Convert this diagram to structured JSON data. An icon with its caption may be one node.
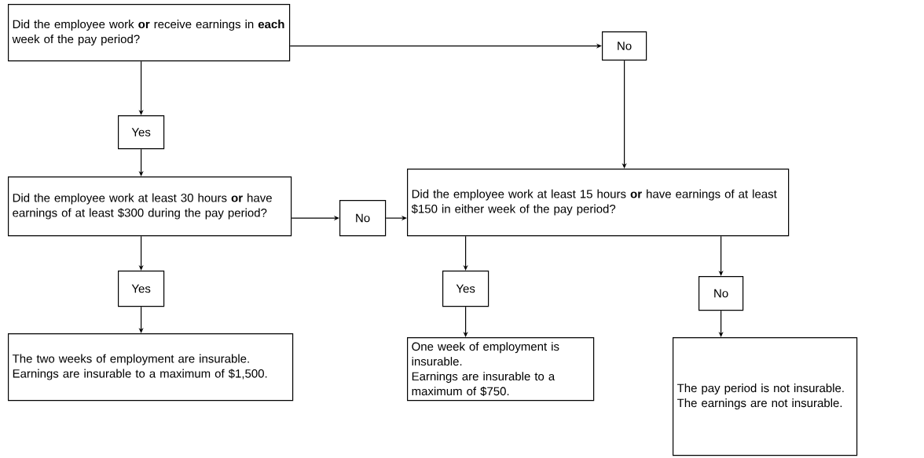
{
  "diagram": {
    "nodes": [
      {
        "text": [
          "Did the employee work **or** receive earnings in **each** week of the pay period?"
        ]
      },
      {
        "text": [
          "No"
        ]
      },
      {
        "text": [
          "Yes"
        ]
      },
      {
        "text": [
          "Did the employee work at least 30 hours **or** have earnings of at least $300 during the pay period?"
        ]
      },
      {
        "text": [
          "No"
        ]
      },
      {
        "text": [
          "Did the employee work at least 15 hours **or** have earnings of at least $150 in either week of the pay period?"
        ]
      },
      {
        "text": [
          "Yes"
        ]
      },
      {
        "text": [
          "Yes"
        ]
      },
      {
        "text": [
          "No"
        ]
      },
      {
        "text": [
          "The two weeks of employment are insurable.",
          "Earnings are insurable to a maximum of $1,500."
        ]
      },
      {
        "text": [
          "One week of employment is insurable.",
          "Earnings are insurable to a maximum of $750."
        ]
      },
      {
        "text": [
          "The pay period is not insurable.",
          "The earnings are not insurable."
        ]
      }
    ],
    "edges": [
      {
        "from": 0,
        "to": 1,
        "arrow": "to"
      },
      {
        "from": 1,
        "to": 5,
        "arrow": "to"
      },
      {
        "from": 0,
        "to": 2,
        "arrow": "to"
      },
      {
        "from": 2,
        "to": 3,
        "arrow": "to"
      },
      {
        "from": 3,
        "to": 4,
        "arrow": "to"
      },
      {
        "from": 4,
        "to": 5,
        "arrow": "to"
      },
      {
        "from": 3,
        "to": 6,
        "arrow": "to"
      },
      {
        "from": 6,
        "to": 9,
        "arrow": "to"
      },
      {
        "from": 5,
        "to": 7,
        "arrow": "to"
      },
      {
        "from": 7,
        "to": 10,
        "arrow": "to"
      },
      {
        "from": 5,
        "to": 8,
        "arrow": "to"
      },
      {
        "from": 8,
        "to": 11,
        "arrow": "to"
      }
    ]
  }
}
